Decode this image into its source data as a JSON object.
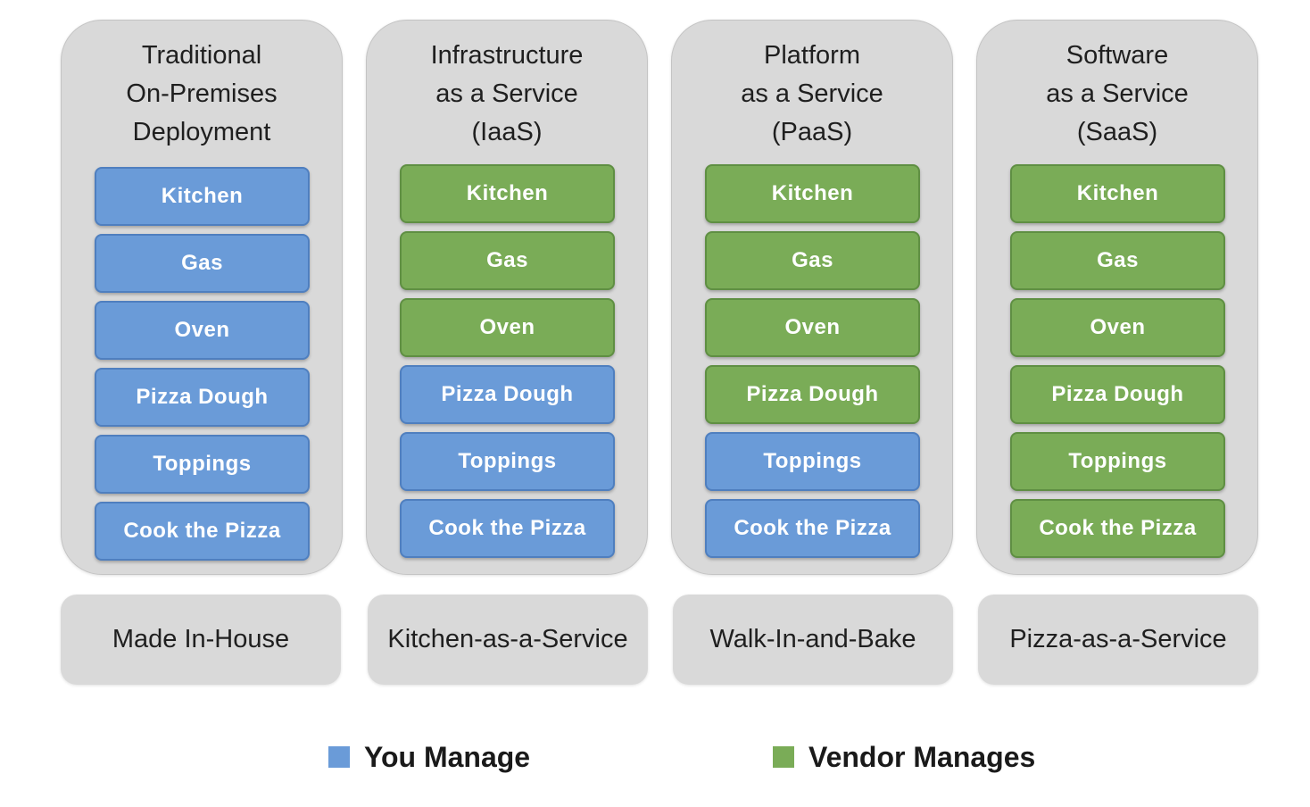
{
  "colors": {
    "you_manage": "#6a9bd8",
    "vendor_manages": "#7aac57",
    "card_background": "#d9d9d9"
  },
  "columns": [
    {
      "title": "Traditional\nOn-Premises\nDeployment",
      "layers": [
        {
          "label": "Kitchen",
          "managed_by": "you"
        },
        {
          "label": "Gas",
          "managed_by": "you"
        },
        {
          "label": "Oven",
          "managed_by": "you"
        },
        {
          "label": "Pizza Dough",
          "managed_by": "you"
        },
        {
          "label": "Toppings",
          "managed_by": "you"
        },
        {
          "label": "Cook the Pizza",
          "managed_by": "you"
        }
      ],
      "caption": "Made In-House"
    },
    {
      "title": "Infrastructure\nas a Service\n(IaaS)",
      "layers": [
        {
          "label": "Kitchen",
          "managed_by": "vendor"
        },
        {
          "label": "Gas",
          "managed_by": "vendor"
        },
        {
          "label": "Oven",
          "managed_by": "vendor"
        },
        {
          "label": "Pizza Dough",
          "managed_by": "you"
        },
        {
          "label": "Toppings",
          "managed_by": "you"
        },
        {
          "label": "Cook the Pizza",
          "managed_by": "you"
        }
      ],
      "caption": "Kitchen-as-a-Service"
    },
    {
      "title": "Platform\nas a Service\n(PaaS)",
      "layers": [
        {
          "label": "Kitchen",
          "managed_by": "vendor"
        },
        {
          "label": "Gas",
          "managed_by": "vendor"
        },
        {
          "label": "Oven",
          "managed_by": "vendor"
        },
        {
          "label": "Pizza Dough",
          "managed_by": "vendor"
        },
        {
          "label": "Toppings",
          "managed_by": "you"
        },
        {
          "label": "Cook the Pizza",
          "managed_by": "you"
        }
      ],
      "caption": "Walk-In-and-Bake"
    },
    {
      "title": "Software\nas a Service\n(SaaS)",
      "layers": [
        {
          "label": "Kitchen",
          "managed_by": "vendor"
        },
        {
          "label": "Gas",
          "managed_by": "vendor"
        },
        {
          "label": "Oven",
          "managed_by": "vendor"
        },
        {
          "label": "Pizza Dough",
          "managed_by": "vendor"
        },
        {
          "label": "Toppings",
          "managed_by": "vendor"
        },
        {
          "label": "Cook the Pizza",
          "managed_by": "vendor"
        }
      ],
      "caption": "Pizza-as-a-Service"
    }
  ],
  "legend": {
    "you_manage": "You Manage",
    "vendor_manages": "Vendor Manages"
  }
}
